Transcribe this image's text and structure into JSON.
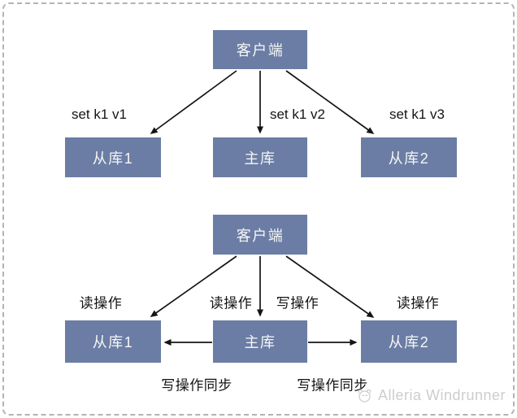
{
  "colors": {
    "node_fill": "#6b7da4",
    "node_text": "#f6f6f6",
    "arrow": "#141414",
    "label_text": "#141414",
    "border_dash": "#b3b3b3",
    "watermark": "#cdcdcd"
  },
  "diagram_top": {
    "client": "客户端",
    "nodes": [
      "从库1",
      "主库",
      "从库2"
    ],
    "edge_labels": [
      "set k1 v1",
      "set k1 v2",
      "set k1 v3"
    ]
  },
  "diagram_bottom": {
    "client": "客户端",
    "nodes": [
      "从库1",
      "主库",
      "从库2"
    ],
    "edge_labels": {
      "read_left": "读操作",
      "read_mid": "读操作",
      "write_mid": "写操作",
      "read_right": "读操作",
      "sync_left": "写操作同步",
      "sync_right": "写操作同步"
    }
  },
  "watermark": {
    "icon": "doodle-face-icon",
    "text": "Alleria Windrunner"
  }
}
